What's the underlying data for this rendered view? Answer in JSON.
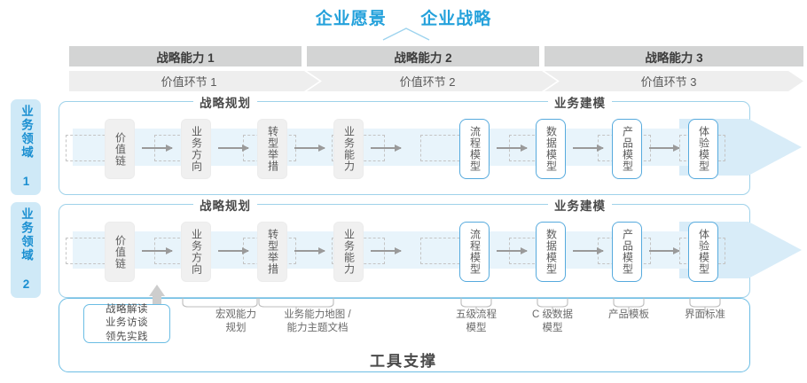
{
  "header": {
    "vision": "企业愿景",
    "strategy": "企业战略"
  },
  "capability_bars": [
    {
      "label": "战略能力 1"
    },
    {
      "label": "战略能力 2"
    },
    {
      "label": "战略能力 3"
    }
  ],
  "value_bars": [
    {
      "label": "价值环节 1"
    },
    {
      "label": "价值环节 2"
    },
    {
      "label": "价值环节 3"
    }
  ],
  "domains": [
    {
      "label": "业务领域 1"
    },
    {
      "label": "业务领域 2"
    }
  ],
  "sections": {
    "planning": "战略规划",
    "modeling": "业务建模"
  },
  "steps": {
    "planning": [
      "价值链",
      "业务方向",
      "转型举措",
      "业务能力"
    ],
    "modeling": [
      "流程模型",
      "数据模型",
      "产品模型",
      "体验模型"
    ]
  },
  "tools": {
    "title": "工具支撑",
    "hint_box": [
      "战略解读",
      "业务访谈",
      "领先实践"
    ],
    "notes": [
      "宏观能力\n规划",
      "业务能力地图 /\n能力主题文档",
      "五级流程\n模型",
      "C 级数据\n模型",
      "产品模板",
      "界面标准"
    ]
  },
  "colors": {
    "accent_blue": "#24a1db",
    "band_blue": "#e8f4fb",
    "domain_chip": "#cfe9f7",
    "bar_dark": "#d3d4d4",
    "bar_light": "#eeeeee",
    "box_gray": "#f0f0f0",
    "box_blue_border": "#56aadd",
    "text_gray": "#5b5b5b"
  }
}
